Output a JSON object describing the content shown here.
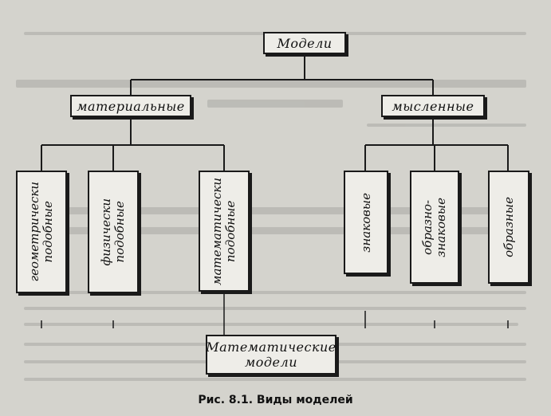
{
  "root": {
    "label": "Модели"
  },
  "level1": [
    {
      "label": "материальные"
    },
    {
      "label": "мысленные"
    }
  ],
  "material_types": [
    {
      "label": "геометрически\nподобные"
    },
    {
      "label": "физически\nподобные"
    },
    {
      "label": "математически\nподобные"
    }
  ],
  "mental_types": [
    {
      "label": "знаковые"
    },
    {
      "label": "образно-\nзнаковые"
    },
    {
      "label": "образные"
    }
  ],
  "math_models": {
    "label": "Математические\nмодели"
  },
  "caption": "Рис. 8.1. Виды моделей"
}
